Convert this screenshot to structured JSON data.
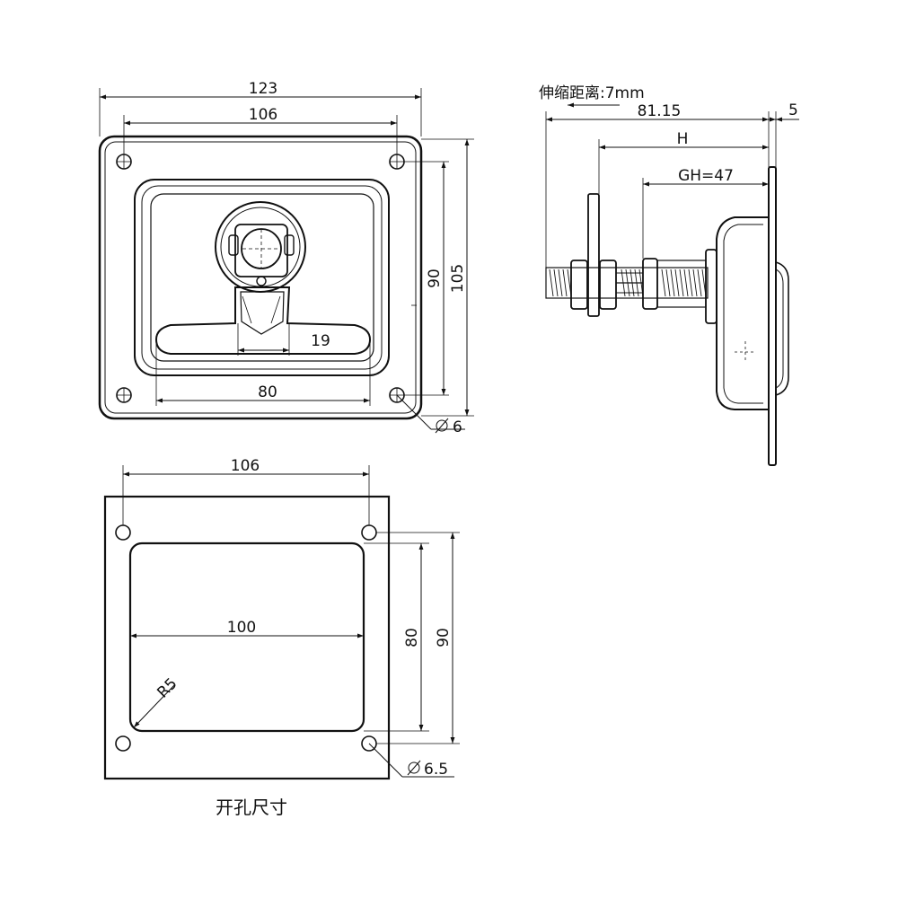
{
  "front_view": {
    "width_overall": "123",
    "width_holes": "106",
    "height_holes": "90",
    "height_overall": "105",
    "handle_width": "80",
    "handle_gap": "19",
    "hole_diameter": "6"
  },
  "side_view": {
    "stroke_label": "伸缩距离:7mm",
    "overall_length": "81.15",
    "plate_thickness": "5",
    "h_label": "H",
    "gh_label": "GH=47"
  },
  "cutout_view": {
    "hole_spacing_x": "106",
    "opening_width": "100",
    "opening_height": "80",
    "hole_spacing_y": "90",
    "corner_radius": "R5",
    "hole_diameter": "6.5",
    "caption": "开孔尺寸"
  }
}
